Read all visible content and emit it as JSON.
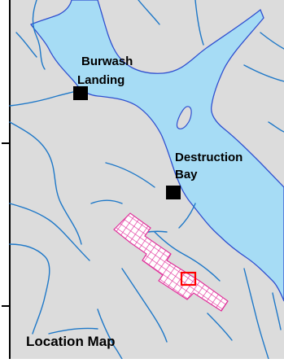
{
  "map": {
    "title": "Location Map",
    "colors": {
      "land": "#dcdcdc",
      "water": "#a6dcf5",
      "shoreline": "#2f4fd0",
      "stream": "#1e78c8",
      "claim_fill": "#ffffff",
      "claim_grid": "#e0309a",
      "target_box": "#ff0000",
      "town_marker": "#000000",
      "frame": "#000000"
    },
    "places": [
      {
        "id": "burwash-landing",
        "name_line1": "Burwash",
        "name_line2": "Landing"
      },
      {
        "id": "destruction-bay",
        "name_line1": "Destruction",
        "name_line2": "Bay"
      }
    ]
  }
}
